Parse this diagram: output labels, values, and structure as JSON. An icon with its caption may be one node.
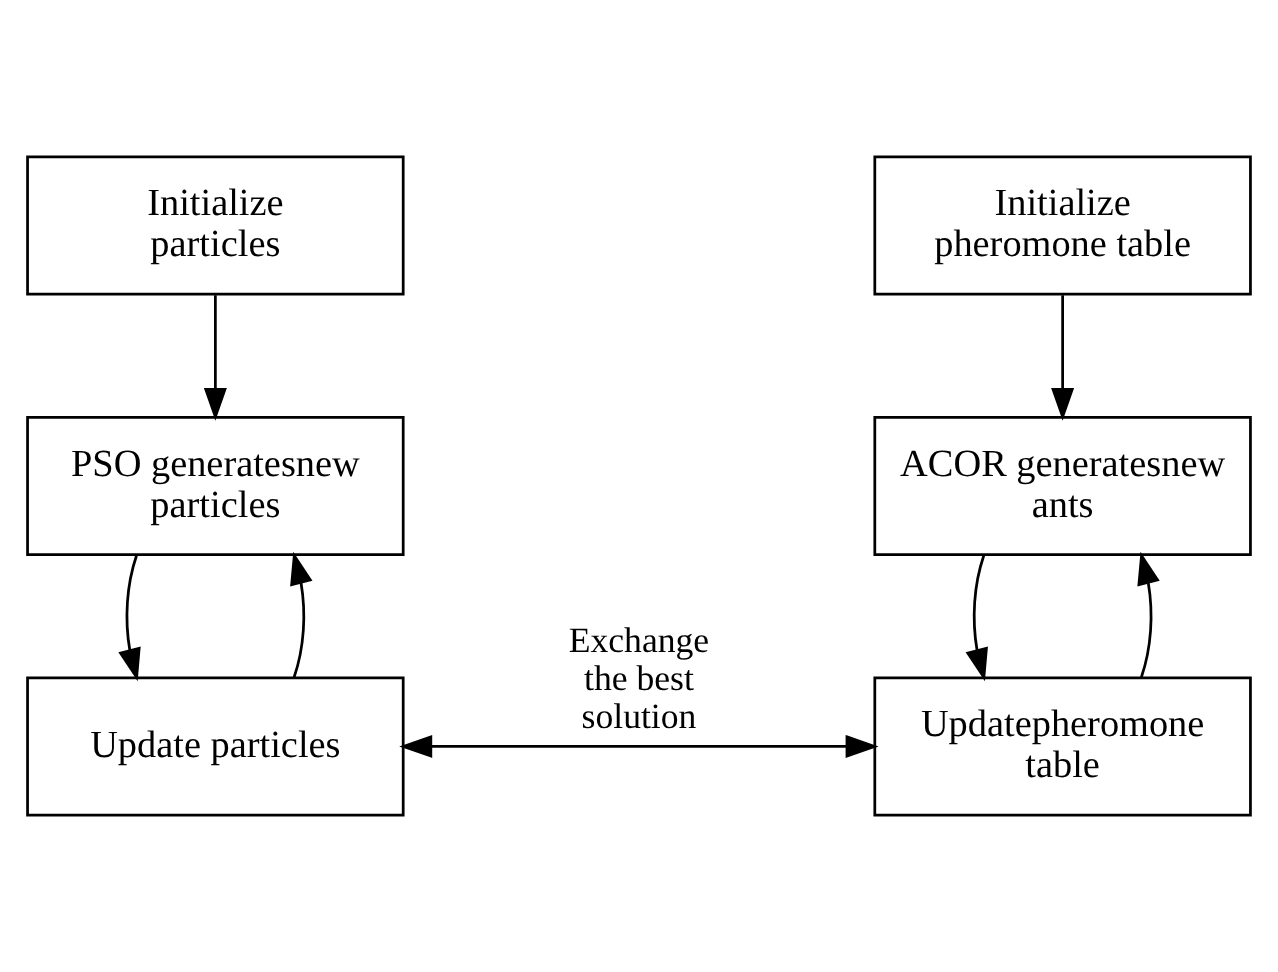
{
  "diagram": {
    "nodes": [
      {
        "text": [
          "Initialize particles"
        ]
      },
      {
        "text": [
          "Initialize pheromone table"
        ]
      },
      {
        "text": [
          "PSO generatesnew particles"
        ]
      },
      {
        "text": [
          "ACOR generatesnew ants"
        ]
      },
      {
        "text": [
          "Update particles"
        ]
      },
      {
        "text": [
          "Updatepheromone table"
        ]
      }
    ],
    "edges": [
      {
        "from": 0,
        "to": 2,
        "arrow": "to"
      },
      {
        "from": 1,
        "to": 3,
        "arrow": "to"
      },
      {
        "from": 2,
        "to": 4,
        "arrow": "to"
      },
      {
        "from": 3,
        "to": 5,
        "arrow": "to"
      },
      {
        "from": 4,
        "to": 5,
        "arrow": "both",
        "label": "Exchange the best solution"
      },
      {
        "from": 4,
        "to": 2,
        "arrow": "to"
      },
      {
        "from": 5,
        "to": 3,
        "arrow": "to"
      }
    ]
  }
}
